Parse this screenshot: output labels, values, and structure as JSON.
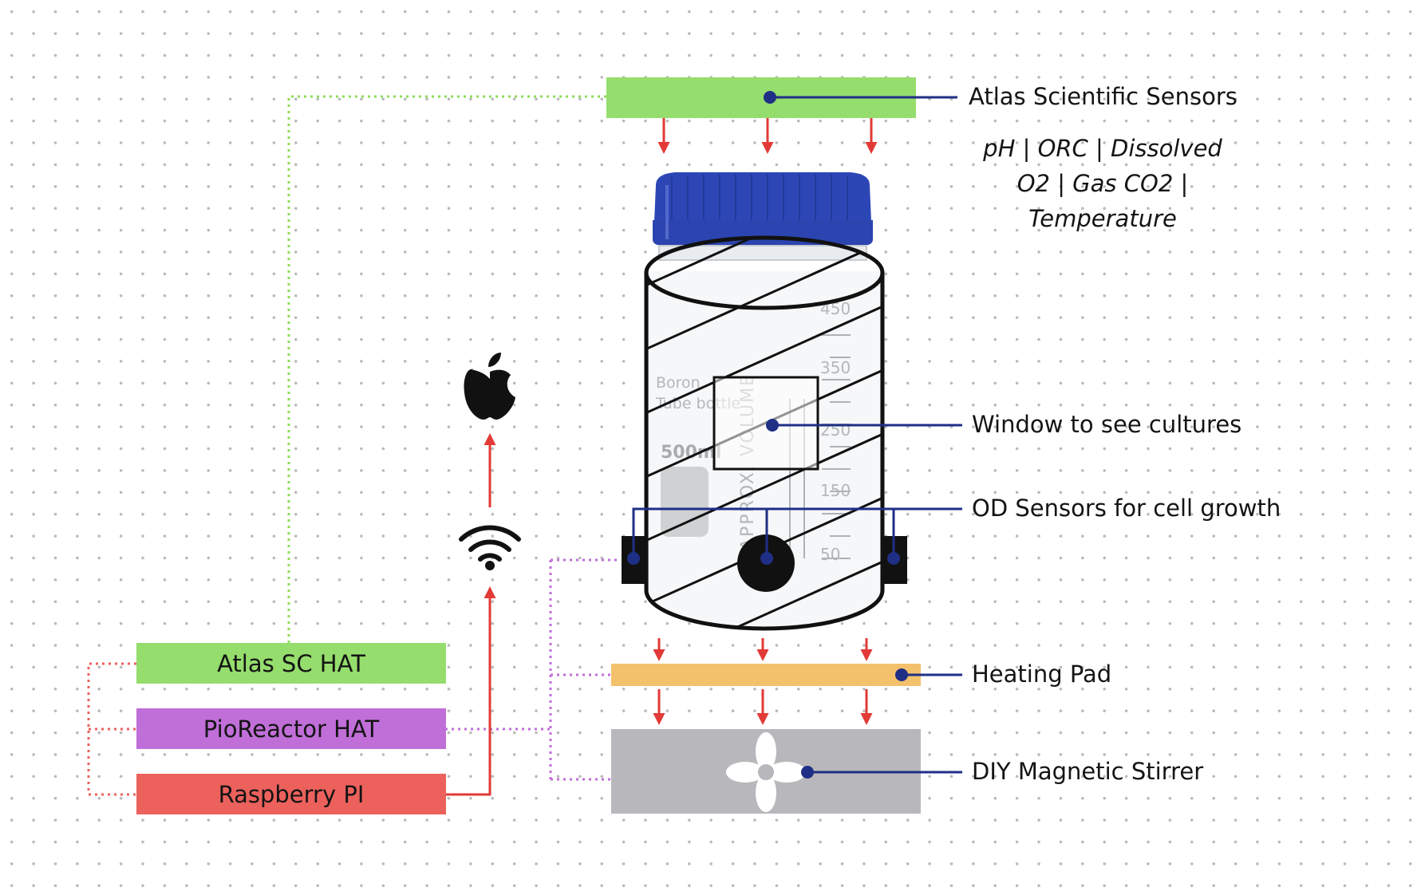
{
  "hardware": {
    "atlas_hat": "Atlas SC HAT",
    "pioreactor_hat": "PioReactor HAT",
    "raspberry_pi": "Raspberry PI"
  },
  "callouts": {
    "atlas_sensors": "Atlas Scientific Sensors",
    "sensor_types_line1": "pH | ORC | Dissolved",
    "sensor_types_line2": "O2 | Gas CO2 |",
    "sensor_types_line3": "Temperature",
    "window": "Window to see cultures",
    "od_sensors": "OD Sensors for cell growth",
    "heating_pad": "Heating Pad",
    "stirrer": "DIY Magnetic Stirrer"
  },
  "bottle_markings": {
    "volume_text": "500ml",
    "approx_volume": "APPROX. VOLUME",
    "brand_line1": "Boron",
    "brand_line2": "Tube bottle",
    "scale": [
      "450",
      "350",
      "250",
      "150",
      "50"
    ]
  },
  "icons": [
    "apple-icon",
    "wifi-icon",
    "fan-icon"
  ],
  "colors": {
    "atlas_green": "#95dd6c",
    "pioreactor_purple": "#c06ed8",
    "raspberry_red": "#ec615c",
    "heating_orange": "#f3c06b",
    "stirrer_gray": "#b8b8bc",
    "cap_blue": "#2c46b6",
    "pointer_navy": "#1f2f86",
    "arrow_red": "#e23a36"
  }
}
